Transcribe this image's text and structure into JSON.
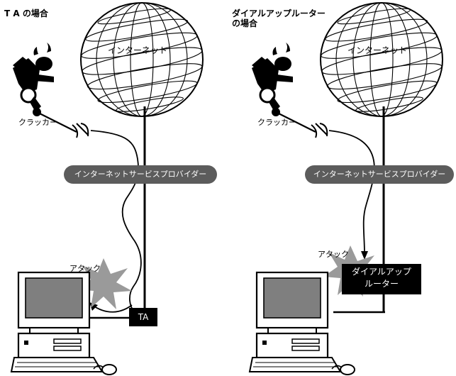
{
  "panels": {
    "left": {
      "title_line1": "T A の場合",
      "internet_label": "インターネット",
      "cracker_label": "クラッカー",
      "isp_label": "インターネットサービスプロバイダー",
      "attack_label": "アタック",
      "device_label": "TA"
    },
    "right": {
      "title_line1": "ダイアルアップルーター",
      "title_line2": "の場合",
      "internet_label": "インターネット",
      "cracker_label": "クラッカー",
      "isp_label": "インターネットサービスプロバイダー",
      "attack_label": "アタック",
      "device_label_line1": "ダイアルアップ",
      "device_label_line2": "ルーター"
    }
  },
  "colors": {
    "pill_bg": "#5c5c5c",
    "monitor_screen": "#7f7f7f",
    "spark": "#9a9a9a",
    "line": "#000000"
  },
  "icons": [
    "globe-icon",
    "cracker-figure-icon",
    "computer-icon",
    "attack-spark-icon"
  ]
}
